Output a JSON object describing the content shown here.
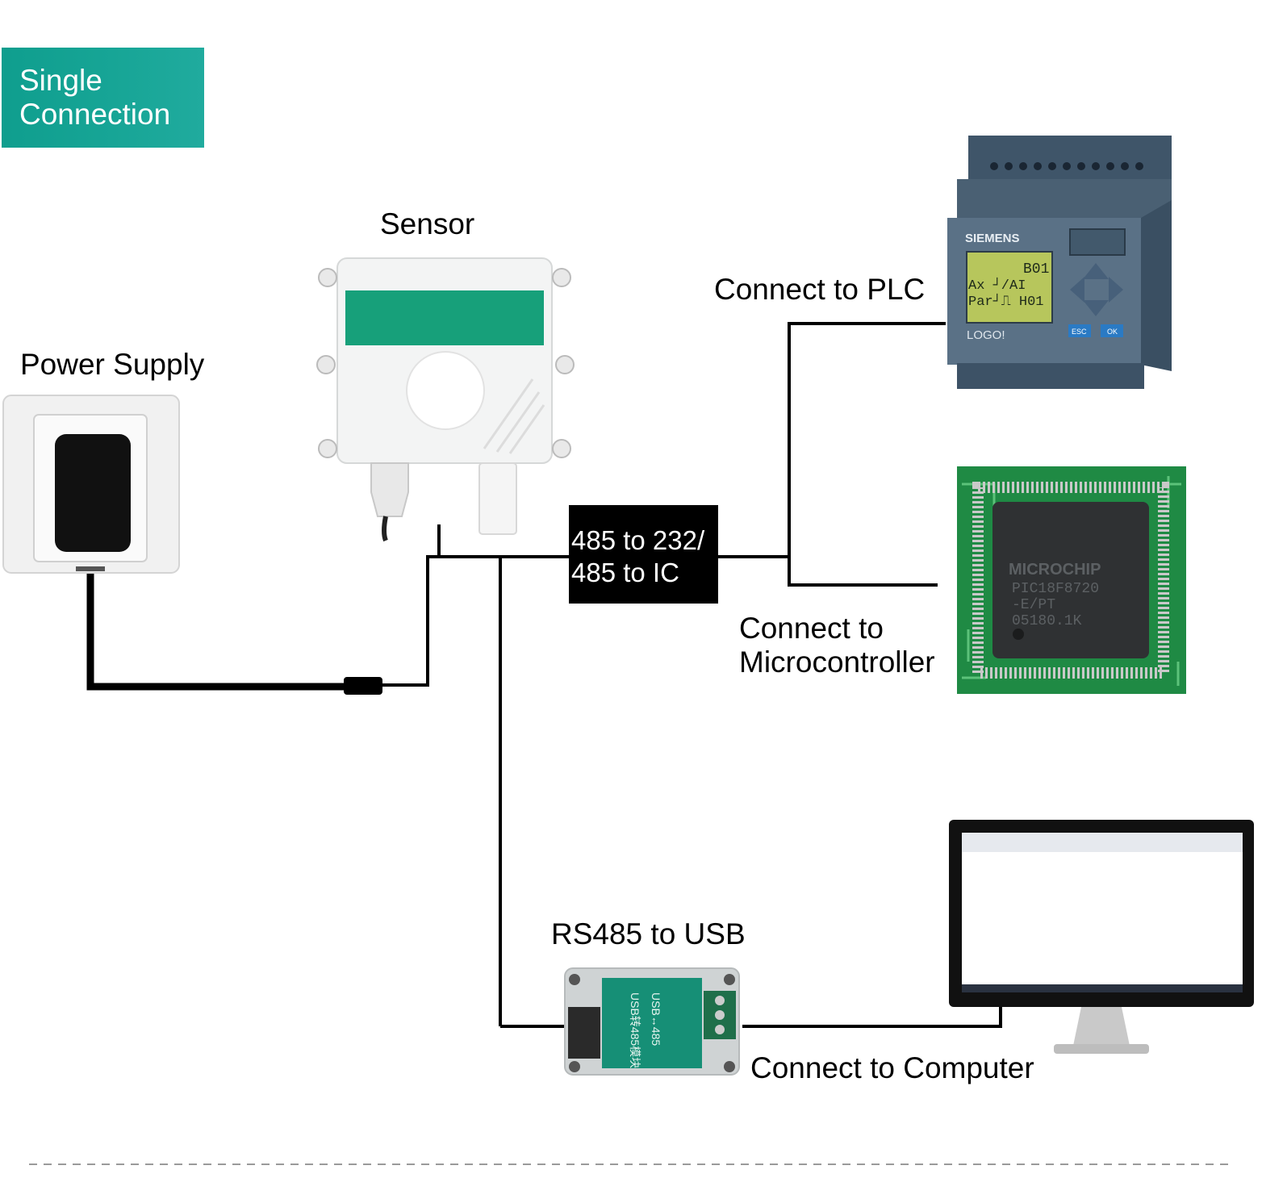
{
  "badge": {
    "line1": "Single",
    "line2": "Connection",
    "color": "#17a596"
  },
  "labels": {
    "sensor": "Sensor",
    "power_supply": "Power Supply",
    "connect_plc": "Connect to PLC",
    "connect_mcu_line1": "Connect to",
    "connect_mcu_line2": "Microcontroller",
    "rs485_usb": "RS485 to USB",
    "connect_computer": "Connect to Computer"
  },
  "converter": {
    "line1": "485 to 232/",
    "line2": "485 to IC"
  },
  "devices": {
    "plc": {
      "brand": "SIEMENS",
      "logo": "LOGO!",
      "screen_lines": [
        "B01",
        "Ax ┘/AI",
        "Par┘⎍ H01"
      ],
      "esc": "ESC",
      "ok": "OK"
    },
    "chip": {
      "brand": "MICROCHIP",
      "part": "PIC18F8720",
      "suffix": "-E/PT",
      "code": "05180.1K"
    },
    "usb_module": {
      "text1": "USB转485模块",
      "text2": "USB↔485"
    }
  },
  "icons": [
    "wall-socket-icon",
    "sensor-box-icon",
    "plc-icon",
    "microchip-icon",
    "monitor-icon",
    "usb-module-icon"
  ]
}
